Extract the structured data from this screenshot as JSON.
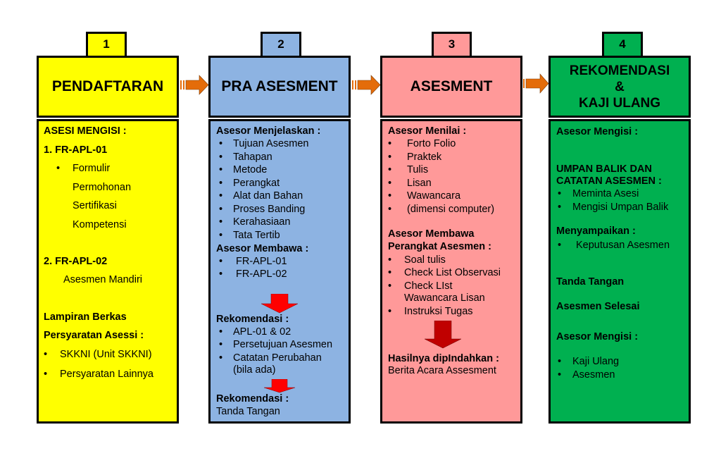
{
  "colors": {
    "step1": "#ffff00",
    "step2": "#8db3e2",
    "step3": "#ff9999",
    "step4": "#00b050",
    "flow_arrow": "#e46c0a",
    "down_arrow_red": "#ff0000",
    "down_arrow_dark": "#c00000"
  },
  "steps": [
    {
      "number": "1",
      "title": "PENDAFTARAN",
      "heading": "ASESI MENGISI :",
      "form1": "1.  FR-APL-01",
      "form1_desc": [
        "Formulir",
        "Permohonan",
        "Sertifikasi",
        "Kompetensi"
      ],
      "form2": "2.  FR-APL-02",
      "form2_desc": "Asesmen Mandiri",
      "attach_heading": [
        "Lampiran Berkas",
        "Persyaratan Asessi :"
      ],
      "attach_items": [
        "SKKNI (Unit SKKNI)",
        "Persyaratan Lainnya"
      ]
    },
    {
      "number": "2",
      "title": "PRA ASESMENT",
      "heading": "Asesor Menjelaskan :",
      "items": [
        "Tujuan Asesmen",
        "Tahapan",
        "Metode",
        "Perangkat",
        "Alat dan Bahan",
        "Proses Banding",
        "Kerahasiaan",
        "Tata Tertib"
      ],
      "bring_heading": "Asesor Membawa :",
      "bring_items": [
        "FR-APL-01",
        "FR-APL-02"
      ],
      "rec_heading": "Rekomendasi :",
      "rec_items": [
        "APL-01 & 02",
        "Persetujuan Asesmen",
        "Catatan Perubahan",
        "(bila ada)"
      ],
      "rec2_heading": "Rekomendasi :",
      "rec2_text": "Tanda Tangan"
    },
    {
      "number": "3",
      "title": "ASESMENT",
      "heading": "Asesor Menilai :",
      "items": [
        "Forto Folio",
        "Praktek",
        "Tulis",
        "Lisan",
        "Wawancara",
        "(dimensi computer)"
      ],
      "bring_heading": [
        "Asesor Membawa",
        "Perangkat Asesmen :"
      ],
      "bring_items": [
        "Soal tulis",
        "Check List Observasi",
        "Check LIst",
        "Wawancara Lisan",
        "Instruksi Tugas"
      ],
      "result_heading": "Hasilnya dipIndahkan :",
      "result_text": "Berita Acara Assesment"
    },
    {
      "number": "4",
      "title": [
        "REKOMENDASI",
        "&",
        "KAJI ULANG"
      ],
      "heading": "Asesor Mengisi :",
      "feedback_heading": [
        "UMPAN BALIK DAN",
        "CATATAN ASESMEN :"
      ],
      "feedback_items": [
        "Meminta Asesi",
        "Mengisi Umpan Balik"
      ],
      "deliver_heading": "Menyampaikan :",
      "deliver_items": [
        "Keputusan Asesmen"
      ],
      "sign": "Tanda Tangan",
      "done": "Asesmen Selesai",
      "heading2": "Asesor Mengisi :",
      "final_items": [
        "Kaji Ulang",
        "Asesmen"
      ]
    }
  ],
  "bullet": "•"
}
